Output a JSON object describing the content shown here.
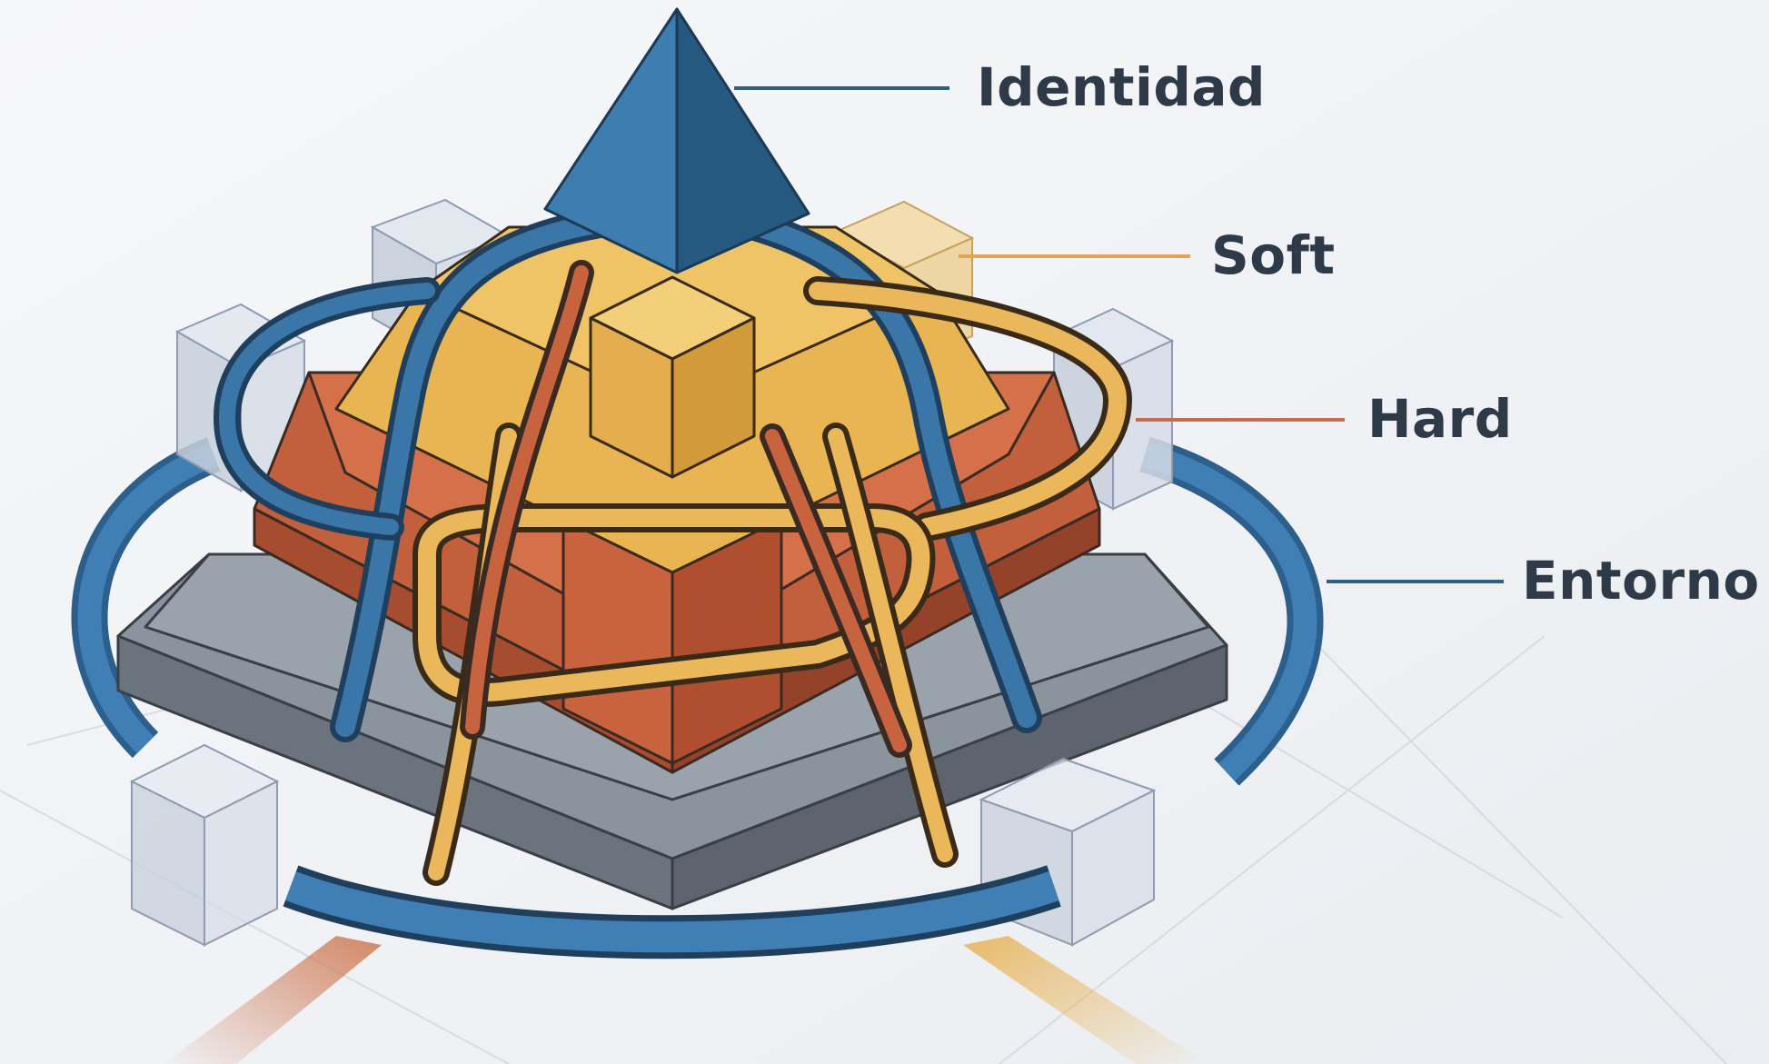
{
  "labels": {
    "identidad": "Identidad",
    "soft": "Soft",
    "hard": "Hard",
    "entorno": "Entorno"
  },
  "colors": {
    "background": "#f1f3f6",
    "identity_blue": "#2f6f9e",
    "soft_gold": "#e9b552",
    "hard_orange": "#cc6944",
    "base_gray": "#737b86",
    "ring_blue": "#3b7ab0",
    "cube_glass": "#c9d2e0",
    "label_text": "#2e3a47"
  }
}
